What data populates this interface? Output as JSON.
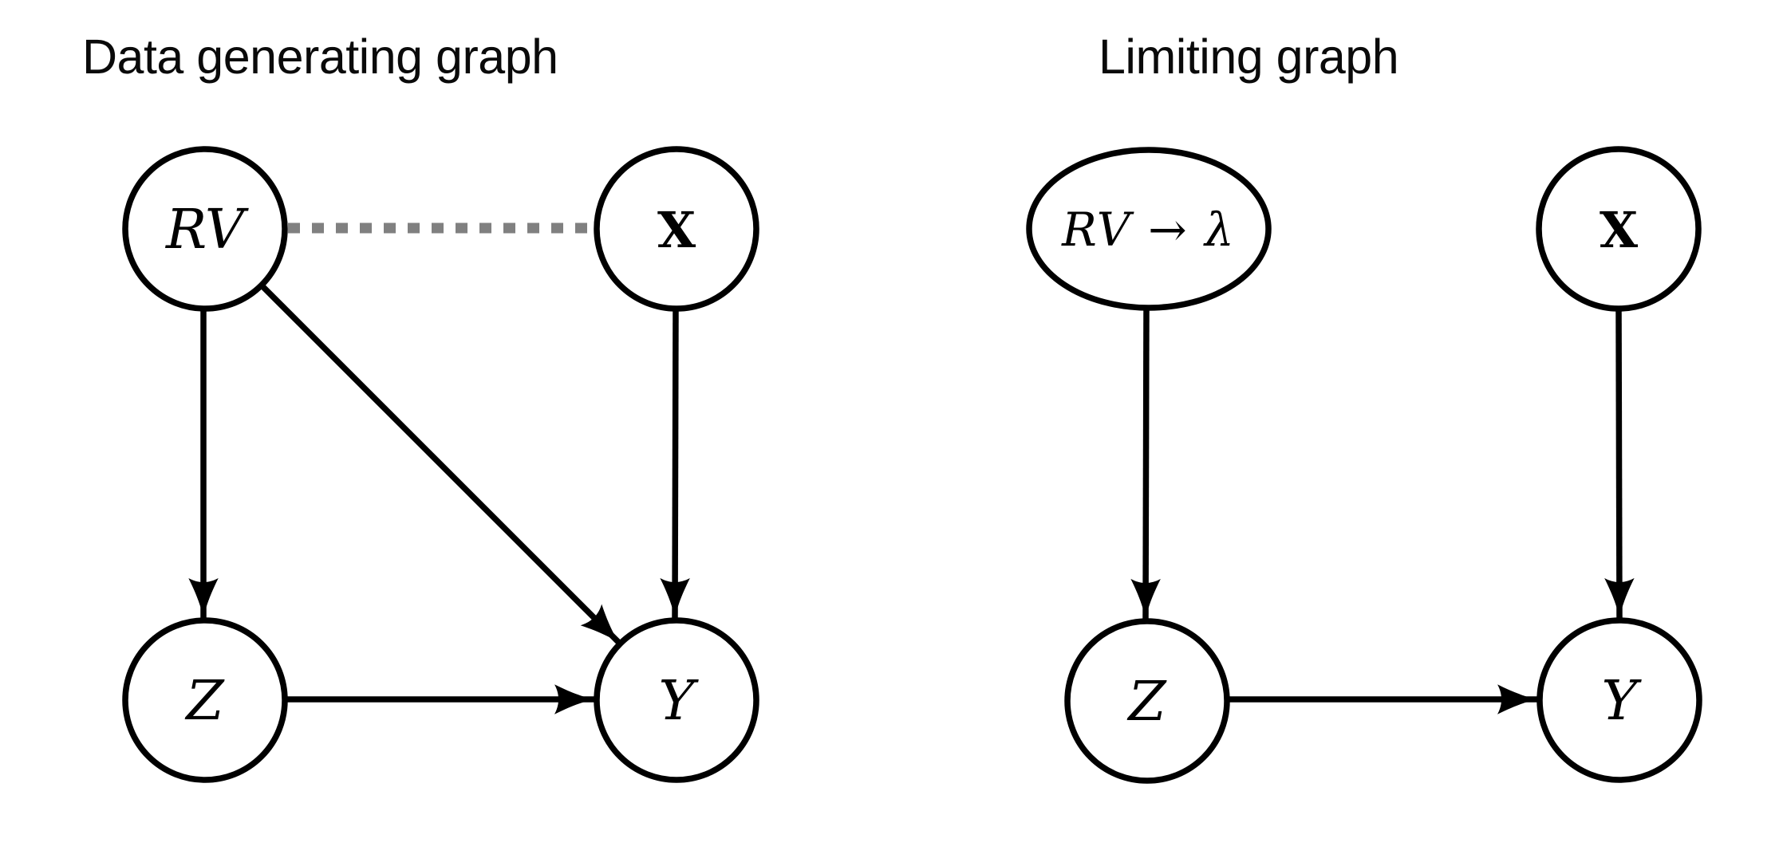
{
  "figure": {
    "background": "#ffffff",
    "edge_color": "#000000",
    "dashed_edge_color": "#808080",
    "node_fill": "#ffffff",
    "node_stroke": "#000000"
  },
  "graphs": [
    {
      "title": "Data generating graph",
      "nodes": [
        {
          "id": "RV",
          "label": "RV",
          "shape": "circle",
          "position": "top-left"
        },
        {
          "id": "X",
          "label": "X",
          "shape": "circle",
          "position": "top-right"
        },
        {
          "id": "Z",
          "label": "Z",
          "shape": "circle",
          "position": "bottom-left"
        },
        {
          "id": "Y",
          "label": "Y",
          "shape": "circle",
          "position": "bottom-right"
        }
      ],
      "edges": [
        {
          "from": "RV",
          "to": "X",
          "style": "dashed",
          "directed": false,
          "color": "#808080"
        },
        {
          "from": "RV",
          "to": "Z",
          "style": "solid",
          "directed": true,
          "color": "#000000"
        },
        {
          "from": "RV",
          "to": "Y",
          "style": "solid",
          "directed": true,
          "color": "#000000"
        },
        {
          "from": "X",
          "to": "Y",
          "style": "solid",
          "directed": true,
          "color": "#000000"
        },
        {
          "from": "Z",
          "to": "Y",
          "style": "solid",
          "directed": true,
          "color": "#000000"
        }
      ]
    },
    {
      "title": "Limiting graph",
      "nodes": [
        {
          "id": "RV-lambda",
          "label": "RV → λ",
          "shape": "ellipse",
          "position": "top-left"
        },
        {
          "id": "X",
          "label": "X",
          "shape": "circle",
          "position": "top-right"
        },
        {
          "id": "Z",
          "label": "Z",
          "shape": "circle",
          "position": "bottom-left"
        },
        {
          "id": "Y",
          "label": "Y",
          "shape": "circle",
          "position": "bottom-right"
        }
      ],
      "edges": [
        {
          "from": "RV-lambda",
          "to": "Z",
          "style": "solid",
          "directed": true,
          "color": "#000000"
        },
        {
          "from": "X",
          "to": "Y",
          "style": "solid",
          "directed": true,
          "color": "#000000"
        },
        {
          "from": "Z",
          "to": "Y",
          "style": "solid",
          "directed": true,
          "color": "#000000"
        }
      ]
    }
  ]
}
